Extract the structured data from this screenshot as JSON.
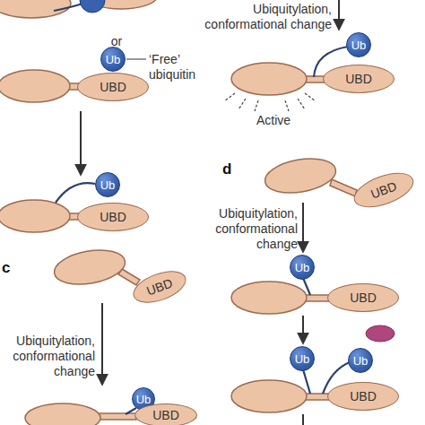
{
  "diagram": {
    "nodes": [
      {
        "text": [
          "Ub"
        ]
      },
      {
        "text": [
          "UBD"
        ]
      },
      {
        "text": [
          "Ub"
        ]
      },
      {
        "text": [
          "UBD"
        ]
      },
      {
        "text": [
          "Ub"
        ]
      },
      {
        "text": [
          "UBD"
        ]
      },
      {
        "text": [
          "UBD"
        ]
      },
      {
        "text": [
          "Ub"
        ]
      },
      {
        "text": [
          "UBD"
        ]
      },
      {
        "text": [
          "UBD"
        ]
      },
      {
        "text": [
          "Ub"
        ]
      },
      {
        "text": [
          "Ub"
        ]
      },
      {
        "text": [
          "UBD"
        ]
      },
      {
        "text": [
          "Ub"
        ]
      },
      {
        "text": [
          "UBD"
        ]
      }
    ],
    "labels": [
      "or",
      "‘Free’ ubiquitin",
      "Ubiquitylation, conformational change",
      "Active",
      "d",
      "Ubiquitylation, conformational change",
      "c",
      "Ubiquitylation, conformational change"
    ]
  }
}
